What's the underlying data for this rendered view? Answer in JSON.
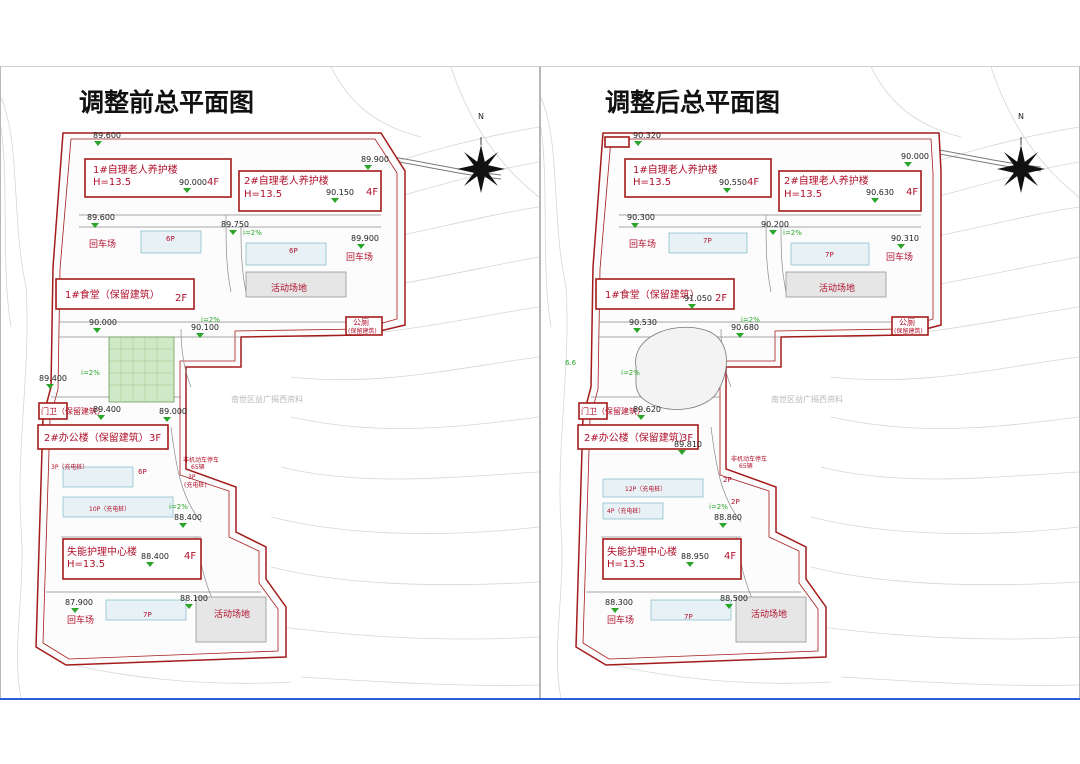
{
  "colors": {
    "boundary": "#a31b1b",
    "building": "#a31b1b",
    "parking": "#7fb7c9",
    "elev_marker": "#2aa52a",
    "yellow_label": "#d4c600",
    "frame_bottom": "#2b5fd8"
  },
  "north_label": "N",
  "watermark": "南世区益广揭西资料",
  "before": {
    "title": "调整前总平面图",
    "b1": {
      "name": "1#自理老人养护楼",
      "h": "H=13.5",
      "floors": "4F",
      "elev": "90.000"
    },
    "b2": {
      "name": "2#自理老人养护楼",
      "h": "H=13.5",
      "floors": "4F",
      "elev": "90.150"
    },
    "canteen": {
      "name": "1#食堂（保留建筑）",
      "floors": "2F"
    },
    "office": {
      "name": "2#办公楼（保留建筑）",
      "floors": "3F"
    },
    "gate": "门卫（保留建筑）",
    "toilet1": "公厕",
    "toilet2": "(保留建筑)",
    "nursing": {
      "name": "失能护理中心楼",
      "h": "H=13.5",
      "floors": "4F",
      "elev": "88.400"
    },
    "turn1": "回车场",
    "turn2": "回车场",
    "turn3": "回车场",
    "activity1": "活动场地",
    "activity2": "活动场地",
    "bike1": "非机动车停车",
    "bike2": "65辆",
    "p1": "6P",
    "p2": "6P",
    "p3": "3P（充电桩）",
    "p4": "6P",
    "p5": "10P（充电桩）",
    "p6": "3P",
    "p7": "(充电桩)",
    "p8": "7P",
    "elev_labels": [
      "89.600",
      "89.900",
      "89.600",
      "89.750",
      "89.900",
      "90.000",
      "90.100",
      "89.400",
      "89.400",
      "89.000",
      "88.400",
      "87.900",
      "88.100"
    ],
    "slope": "i=2%"
  },
  "after": {
    "title": "调整后总平面图",
    "b1": {
      "name": "1#自理老人养护楼",
      "h": "H=13.5",
      "floors": "4F",
      "elev": "90.550"
    },
    "b2": {
      "name": "2#自理老人养护楼",
      "h": "H=13.5",
      "floors": "4F",
      "elev": "90.630"
    },
    "canteen": {
      "name": "1#食堂（保留建筑）",
      "floors": "2F",
      "elev": "91.050"
    },
    "office": {
      "name": "2#办公楼（保留建筑）",
      "floors": "3F",
      "elev": "89.810"
    },
    "gate": "门卫（保留建筑）",
    "toilet1": "公厕",
    "toilet2": "(保留建筑)",
    "nursing": {
      "name": "失能护理中心楼",
      "h": "H=13.5",
      "floors": "4F",
      "elev": "88.950"
    },
    "turn1": "回车场",
    "turn2": "回车场",
    "turn3": "回车场",
    "activity1": "活动场地",
    "activity2": "活动场地",
    "bike1": "非机动车停车",
    "bike2": "65辆",
    "p1": "7P",
    "p2": "7P",
    "p3": "12P（充电桩）",
    "p4": "4P（充电桩）",
    "p5": "2P",
    "p6": "2P",
    "p7": "7P",
    "elev_labels": [
      "90.320",
      "90.000",
      "90.300",
      "90.200",
      "90.310",
      "90.530",
      "90.680",
      "89.620",
      "88.860",
      "88.300",
      "88.500"
    ],
    "slope": "i=2%",
    "misc": "6.6"
  }
}
